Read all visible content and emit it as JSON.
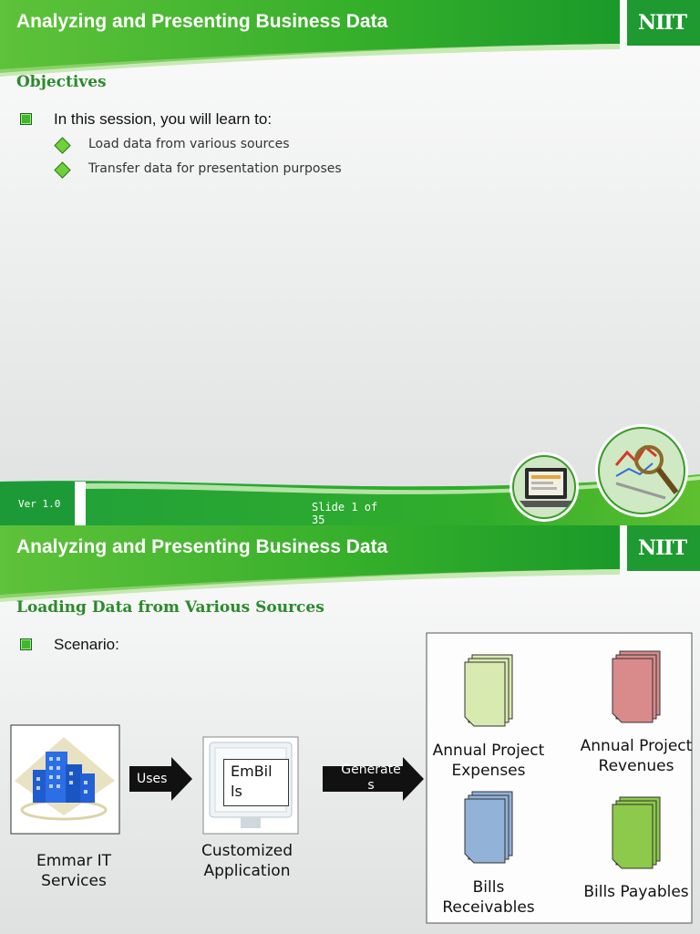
{
  "brand": {
    "logo": "NIIT",
    "green": "#3cb52b",
    "dark_green": "#1f8a1f",
    "heading_green": "#2b8a2b"
  },
  "slide1": {
    "title": "Analyzing and Presenting Business Data",
    "heading": "Objectives",
    "bullet": "In this session, you will learn to:",
    "sub_bullets": [
      "Load data from various sources",
      "Transfer data for presentation purposes"
    ],
    "version": "Ver 1.0",
    "slide_number": "Slide 1 of 35"
  },
  "slide2": {
    "title": "Analyzing and Presenting Business Data",
    "heading": "Loading Data from Various Sources",
    "bullet": "Scenario:",
    "diagram": {
      "company_label": "Emmar IT Services",
      "uses_label": "Uses",
      "app_name": "EmBills",
      "app_name_line1": "EmBil",
      "app_name_line2": "ls",
      "app_label": "Customized Application",
      "generates_label": "Generates",
      "generates_line1": "Generate",
      "generates_line2": "s",
      "reports": [
        {
          "line1": "Annual Project",
          "line2": "Expenses",
          "color": "#d9eab0"
        },
        {
          "line1": "Annual Project",
          "line2": "Revenues",
          "color": "#d98a8a"
        },
        {
          "line1": "Bills",
          "line2": "Receivables",
          "color": "#93b2d8"
        },
        {
          "line1": "Bills Payables",
          "line2": "",
          "color": "#8dc94a"
        }
      ]
    }
  }
}
